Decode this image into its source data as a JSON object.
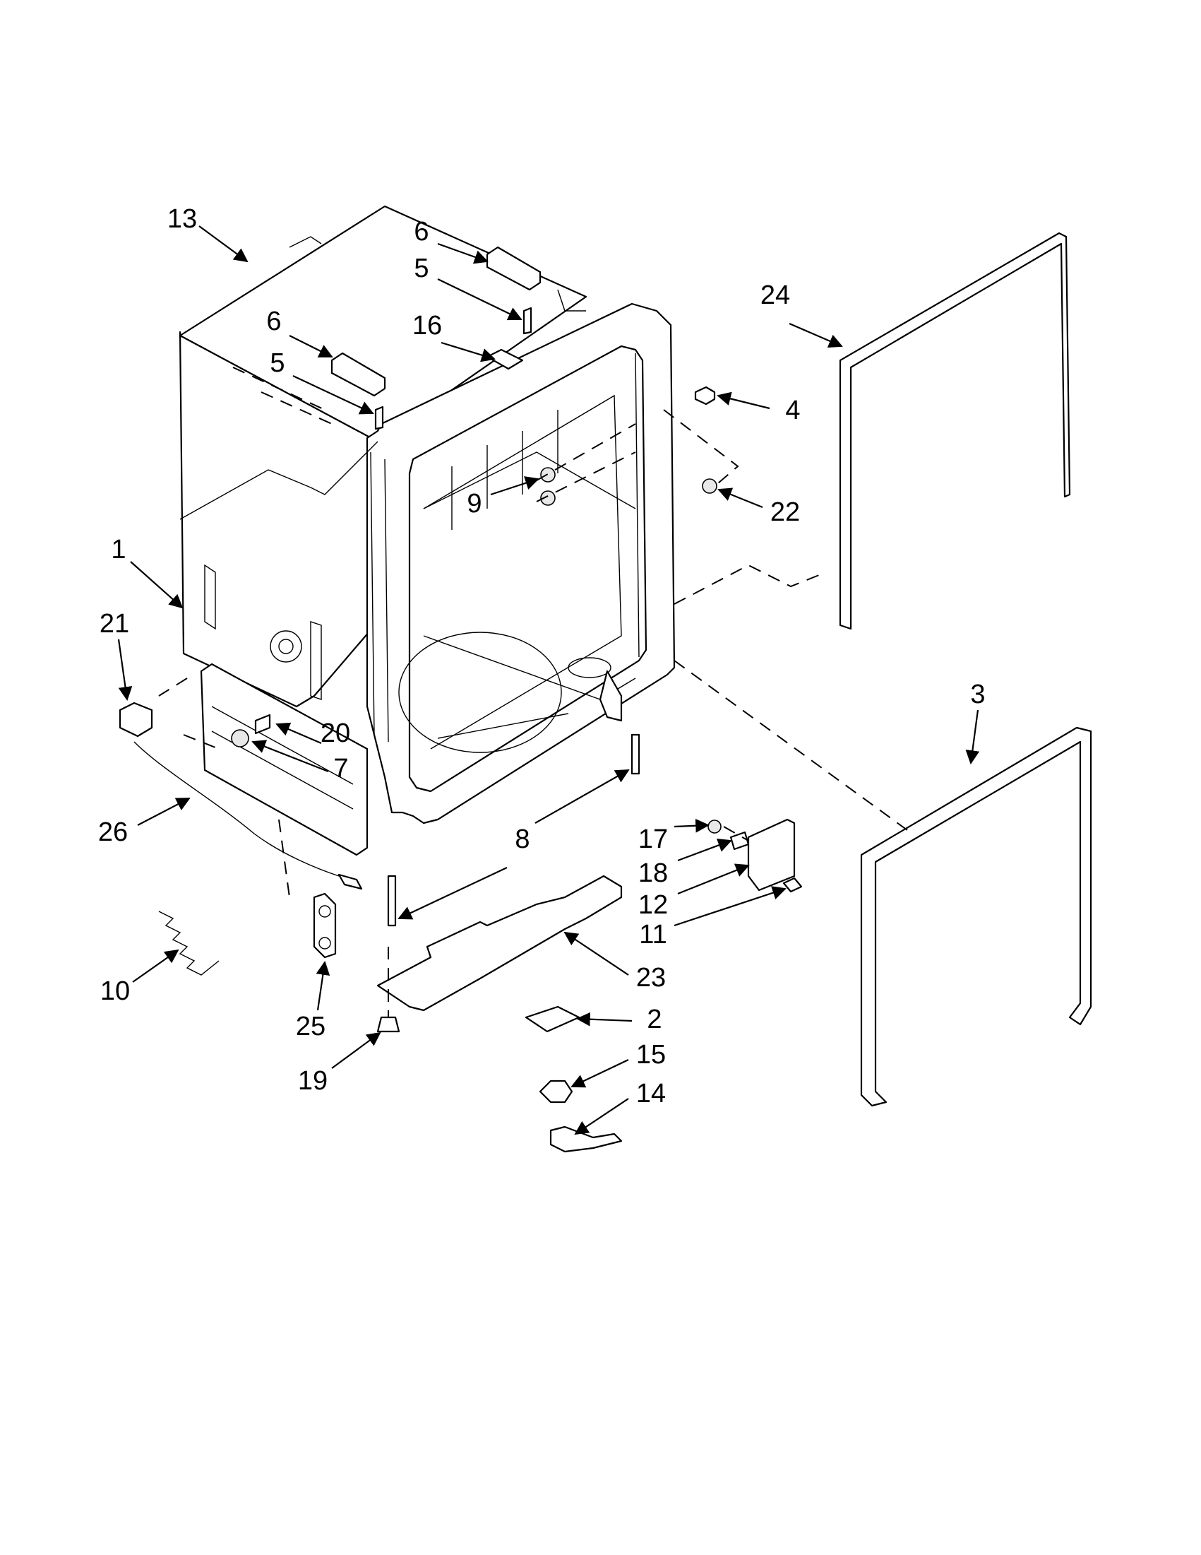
{
  "diagram": {
    "parts": [
      {
        "id": "p1",
        "label": "1"
      },
      {
        "id": "p2",
        "label": "2"
      },
      {
        "id": "p3",
        "label": "3"
      },
      {
        "id": "p4",
        "label": "4"
      },
      {
        "id": "p5a",
        "label": "5"
      },
      {
        "id": "p5b",
        "label": "5"
      },
      {
        "id": "p6a",
        "label": "6"
      },
      {
        "id": "p6b",
        "label": "6"
      },
      {
        "id": "p7",
        "label": "7"
      },
      {
        "id": "p8",
        "label": "8"
      },
      {
        "id": "p9",
        "label": "9"
      },
      {
        "id": "p10",
        "label": "10"
      },
      {
        "id": "p11",
        "label": "11"
      },
      {
        "id": "p12",
        "label": "12"
      },
      {
        "id": "p13",
        "label": "13"
      },
      {
        "id": "p14",
        "label": "14"
      },
      {
        "id": "p15",
        "label": "15"
      },
      {
        "id": "p16",
        "label": "16"
      },
      {
        "id": "p17",
        "label": "17"
      },
      {
        "id": "p18",
        "label": "18"
      },
      {
        "id": "p19",
        "label": "19"
      },
      {
        "id": "p20",
        "label": "20"
      },
      {
        "id": "p21",
        "label": "21"
      },
      {
        "id": "p22",
        "label": "22"
      },
      {
        "id": "p23",
        "label": "23"
      },
      {
        "id": "p24",
        "label": "24"
      },
      {
        "id": "p25",
        "label": "25"
      },
      {
        "id": "p26",
        "label": "26"
      }
    ]
  }
}
